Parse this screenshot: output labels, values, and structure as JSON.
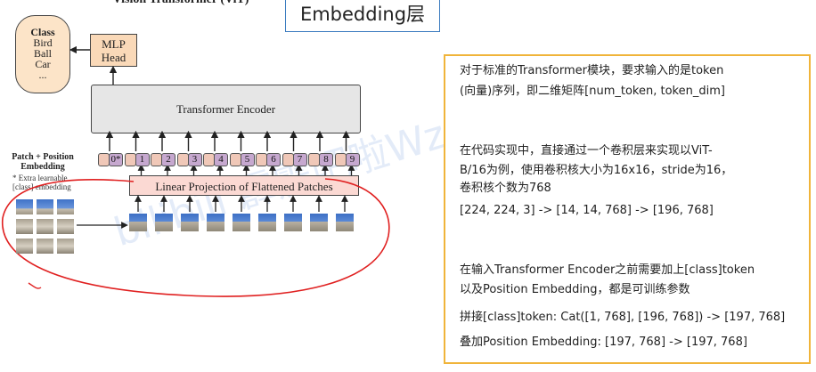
{
  "header": {
    "vit_title": "Vision Transformer (ViT)",
    "slide_title": "Embedding层"
  },
  "diagram": {
    "class_box": {
      "title": "Class",
      "items": [
        "Bird",
        "Ball",
        "Car",
        "..."
      ]
    },
    "mlp_head": [
      "MLP",
      "Head"
    ],
    "encoder": "Transformer Encoder",
    "linear_projection": "Linear Projection of Flattened Patches",
    "pe_label": [
      "Patch + Position",
      "Embedding"
    ],
    "extra_note": [
      "* Extra learnable",
      "[class] embedding"
    ],
    "tokens": [
      "0*",
      "1",
      "2",
      "3",
      "4",
      "5",
      "6",
      "7",
      "8",
      "9"
    ],
    "watermark": "bilibili 霹雳吧啦Wz"
  },
  "panel": {
    "lines": [
      "对于标准的Transformer模块，要求输入的是token",
      "(向量)序列，即二维矩阵[num_token, token_dim]",
      "在代码实现中，直接通过一个卷积层来实现以ViT-",
      "B/16为例，使用卷积核大小为16x16，stride为16，",
      "卷积核个数为768",
      "[224, 224, 3] -> [14, 14, 768] -> [196, 768]",
      "在输入Transformer Encoder之前需要加上[class]token",
      "以及Position Embedding，都是可训练参数",
      "拼接[class]token:  Cat([1, 768], [196, 768]) -> [197, 768]",
      "叠加Position Embedding:  [197, 768] -> [197, 768]"
    ]
  },
  "colors": {
    "panel_border": "#f0b43a",
    "title_border": "#3b7bbf",
    "annotation_red": "#e02020",
    "annotation_blue": "#1e88e5",
    "token_purple": "#c6a8cf",
    "class_orange": "#fce4c8",
    "encoder_gray": "#e6e6e6",
    "projection_pink": "#fbd9d3"
  }
}
